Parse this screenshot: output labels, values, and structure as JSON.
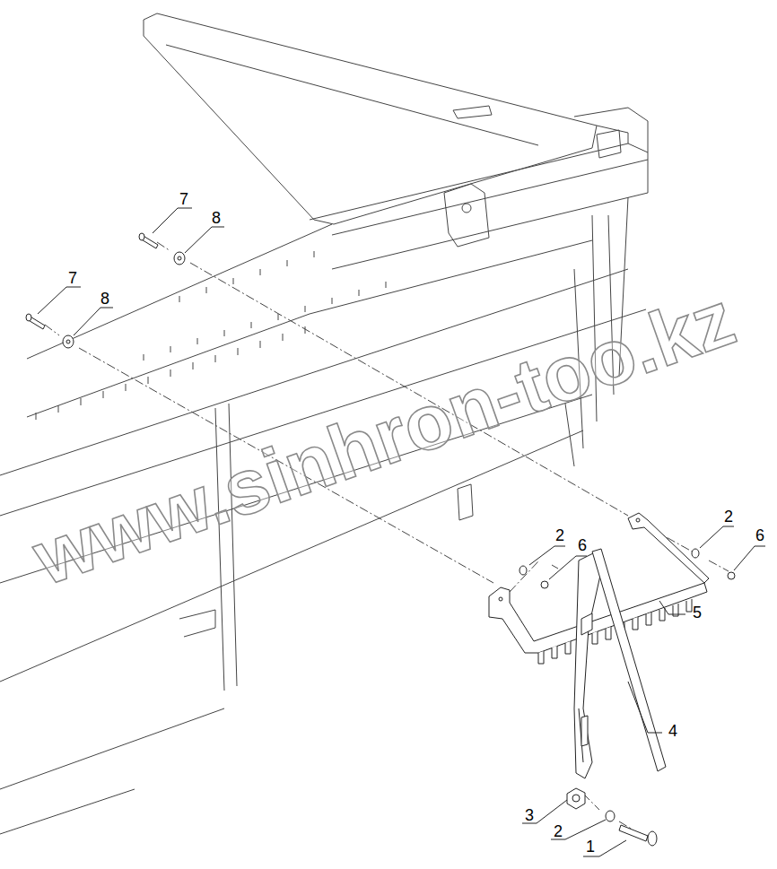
{
  "diagram": {
    "labels": [
      "7",
      "8",
      "7",
      "8",
      "2",
      "6",
      "2",
      "6",
      "5",
      "4",
      "3",
      "2",
      "1",
      "www.sinhron-too.kz"
    ]
  }
}
